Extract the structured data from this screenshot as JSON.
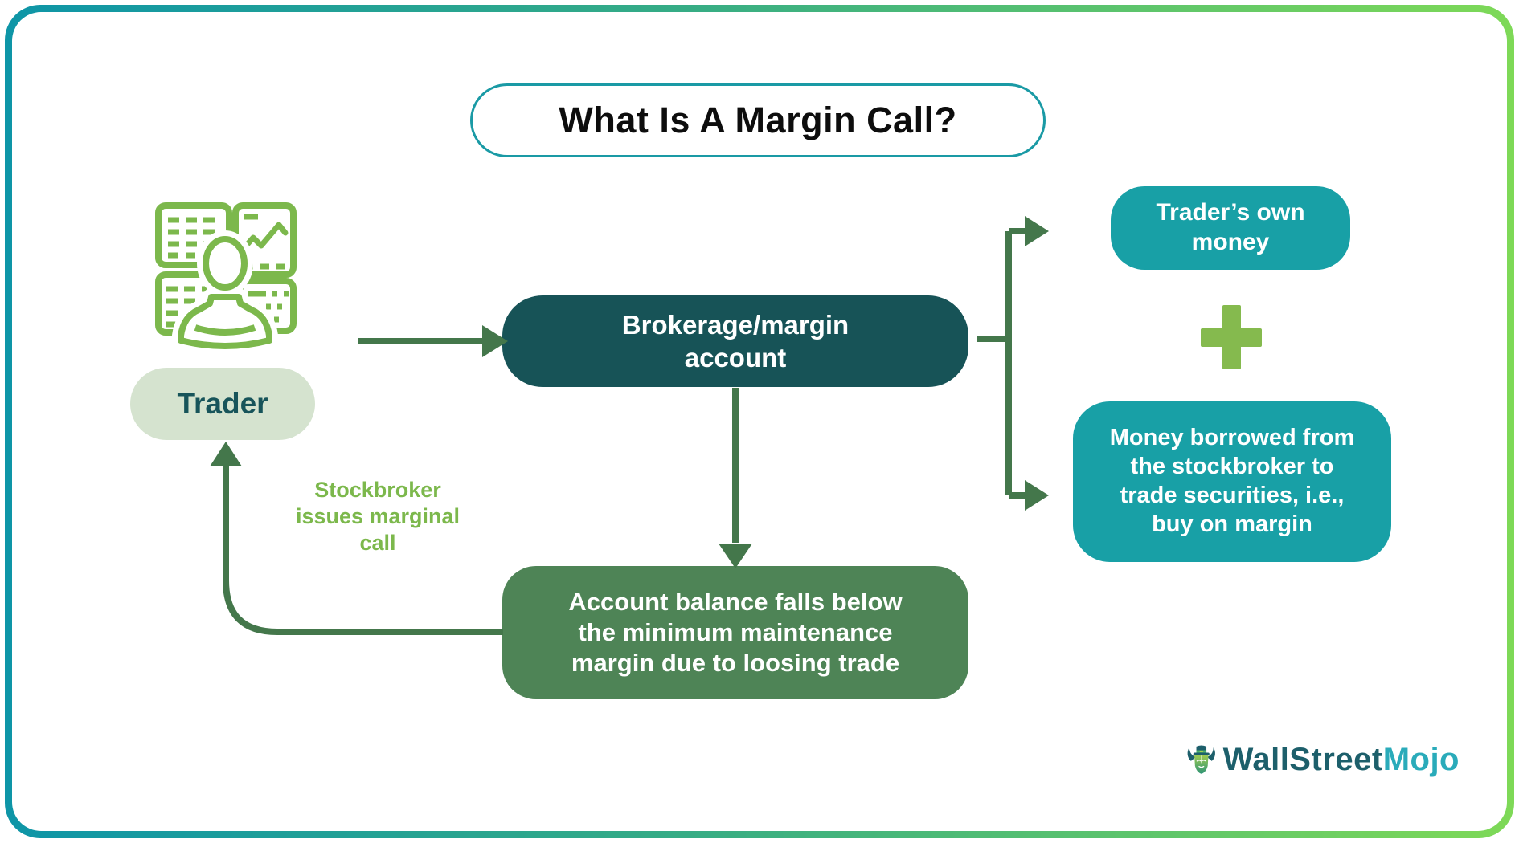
{
  "title": "What Is A Margin Call?",
  "diagram": {
    "trader_label": "Trader",
    "trader_icon": "trader-at-monitors-icon",
    "brokerage_label": "Brokerage/margin\naccount",
    "account_label": "Account balance falls below\nthe minimum maintenance\nmargin due to loosing trade",
    "edge_label": "Stockbroker\nissues marginal\ncall",
    "own_money_label": "Trader’s own\nmoney",
    "borrowed_label": "Money borrowed from\nthe stockbroker to\ntrade securities, i.e.,\nbuy on margin",
    "plus_symbol": "+"
  },
  "logo": {
    "brand_part1": "WallStreet",
    "brand_part2": "Mojo",
    "icon": "bull-mascot-icon"
  },
  "colors": {
    "frame_gradient_start": "#0e95a7",
    "frame_gradient_end": "#7ed957",
    "title_border": "#1a9aa5",
    "brokerage_box": "#175357",
    "teal_box": "#18a0a6",
    "green_box": "#4e8456",
    "trader_pill_bg": "#d5e3cf",
    "trader_pill_text": "#17545a",
    "accent_green": "#7cb84c",
    "plus_green": "#85ba4e",
    "arrow_green": "#44774b",
    "logo_dark": "#1d5f6b",
    "logo_teal": "#2aabba"
  }
}
